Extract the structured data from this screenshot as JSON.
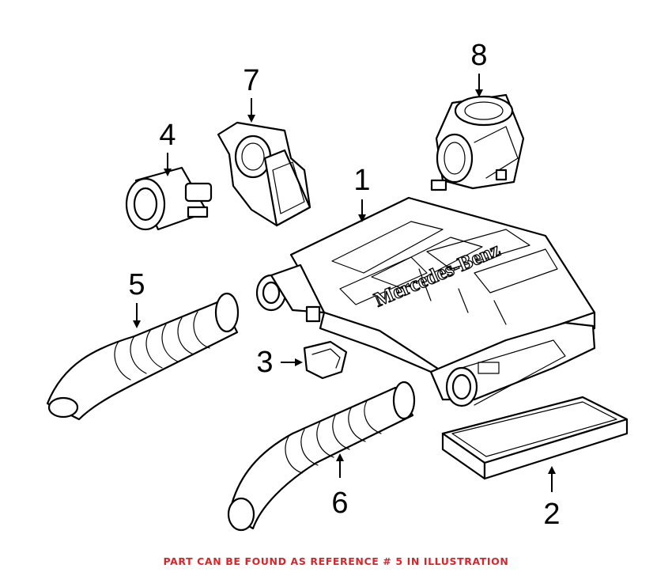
{
  "diagram": {
    "brand_text": "Mercedes-Benz",
    "callouts": [
      {
        "id": "1",
        "label": "1"
      },
      {
        "id": "2",
        "label": "2"
      },
      {
        "id": "3",
        "label": "3"
      },
      {
        "id": "4",
        "label": "4"
      },
      {
        "id": "5",
        "label": "5"
      },
      {
        "id": "6",
        "label": "6"
      },
      {
        "id": "7",
        "label": "7"
      },
      {
        "id": "8",
        "label": "8"
      }
    ]
  },
  "footer": {
    "note": "PART CAN BE FOUND AS REFERENCE # 5 IN ILLUSTRATION"
  },
  "colors": {
    "line": "#000000",
    "note": "#d6262b",
    "background": "#ffffff"
  }
}
